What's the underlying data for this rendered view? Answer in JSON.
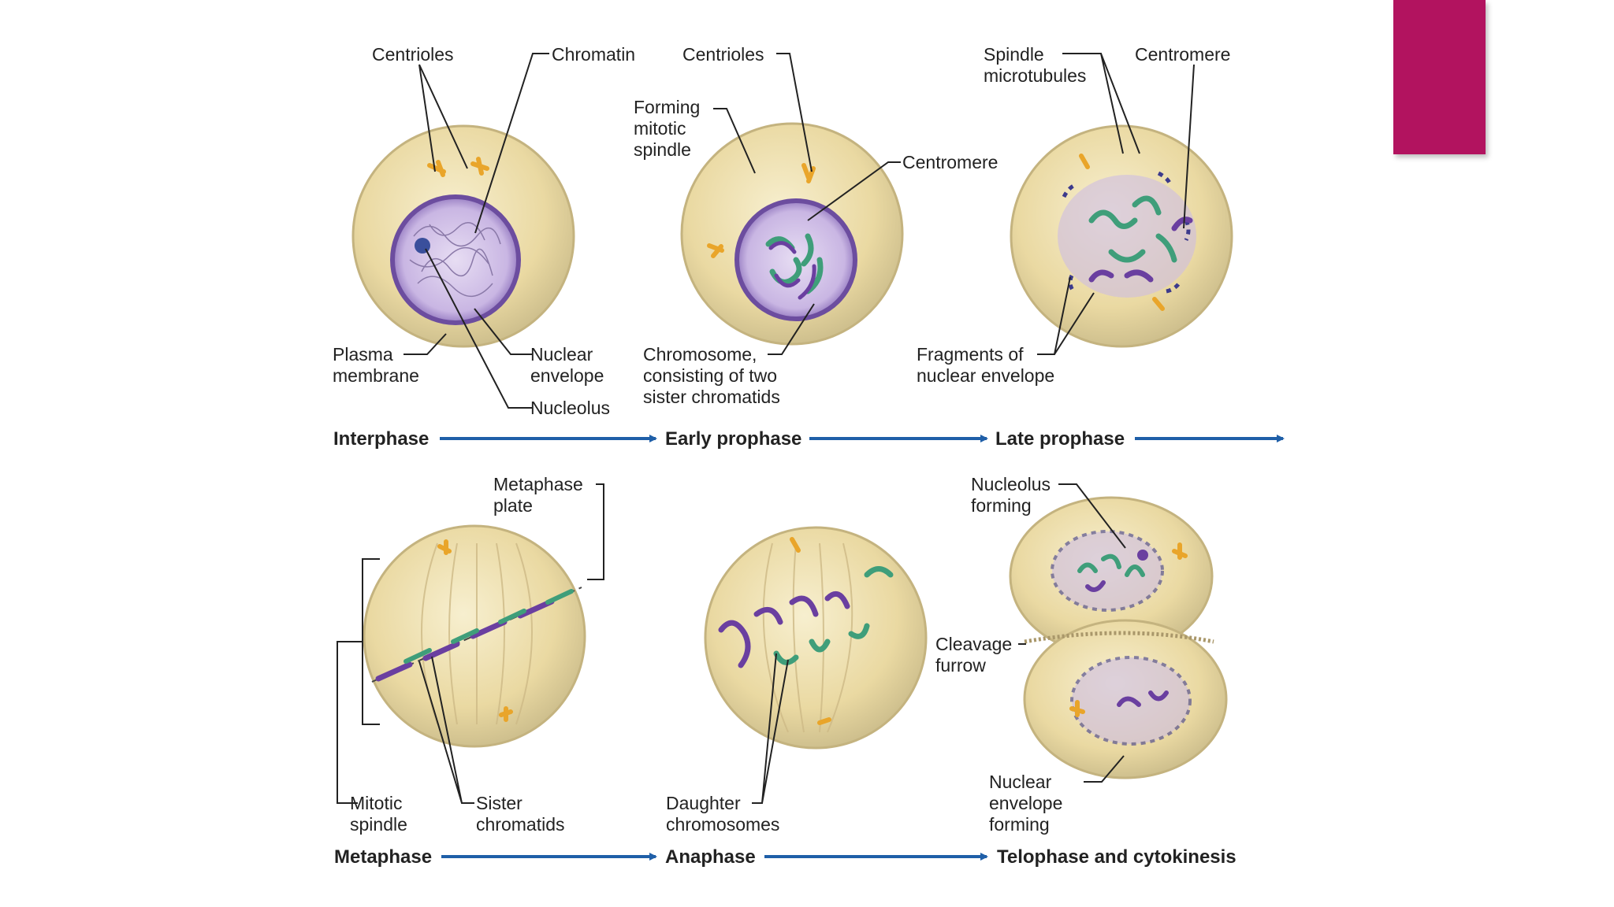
{
  "colors": {
    "accent": "#b2135f",
    "arrow": "#1f5fa8",
    "cell": "#e9d9a3",
    "nucleus": "#9a82c8",
    "chromosome_green": "#3f9e7a",
    "chromosome_purple": "#6a3fa0"
  },
  "phases": {
    "interphase": "Interphase",
    "early_prophase": "Early prophase",
    "late_prophase": "Late prophase",
    "metaphase": "Metaphase",
    "anaphase": "Anaphase",
    "telophase": "Telophase and cytokinesis"
  },
  "labels": {
    "interphase": {
      "centrioles": "Centrioles",
      "chromatin": "Chromatin",
      "plasma_membrane": [
        "Plasma",
        "membrane"
      ],
      "nuclear_envelope": [
        "Nuclear",
        "envelope"
      ],
      "nucleolus": "Nucleolus"
    },
    "early_prophase": {
      "centrioles": "Centrioles",
      "forming_spindle": [
        "Forming",
        "mitotic",
        "spindle"
      ],
      "centromere": "Centromere",
      "chromosome": [
        "Chromosome,",
        "consisting of two",
        "sister chromatids"
      ]
    },
    "late_prophase": {
      "spindle_microtubules": [
        "Spindle",
        "microtubules"
      ],
      "centromere": "Centromere",
      "fragments": [
        "Fragments of",
        "nuclear envelope"
      ]
    },
    "metaphase": {
      "metaphase_plate": [
        "Metaphase",
        "plate"
      ],
      "mitotic_spindle": [
        "Mitotic",
        "spindle"
      ],
      "sister_chromatids": [
        "Sister",
        "chromatids"
      ]
    },
    "anaphase": {
      "daughter_chromosomes": [
        "Daughter",
        "chromosomes"
      ]
    },
    "telophase": {
      "nucleolus_forming": [
        "Nucleolus",
        "forming"
      ],
      "cleavage_furrow": [
        "Cleavage",
        "furrow"
      ],
      "nuclear_envelope_forming": [
        "Nuclear",
        "envelope",
        "forming"
      ]
    }
  }
}
